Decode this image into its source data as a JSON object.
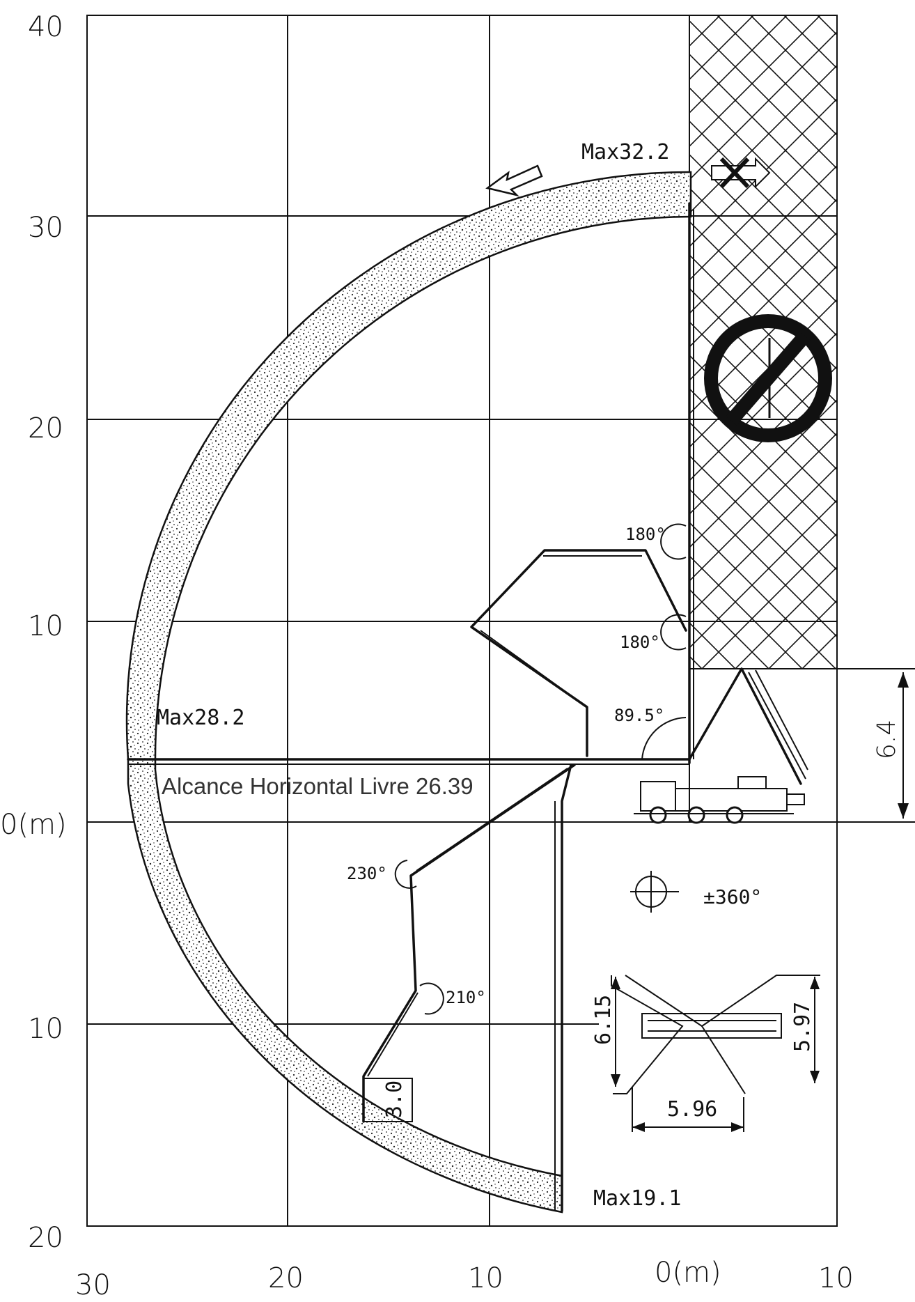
{
  "axes": {
    "y_top_labels": [
      "40",
      "30",
      "20",
      "10"
    ],
    "origin_label": "0(m)",
    "y_bottom_labels": [
      "10",
      "20"
    ],
    "x_labels": [
      "30",
      "20",
      "10",
      "0(m)",
      "10"
    ]
  },
  "annotations": {
    "max_height": "Max32.2",
    "max_horizontal": "Max28.2",
    "max_depth": "Max19.1",
    "horizontal_reach": "Alcance Horizontal Livre 26.39",
    "angle_180_top": "180°",
    "angle_180_mid": "180°",
    "angle_89": "89.5°",
    "angle_230": "230°",
    "angle_210": "210°",
    "rotation": "±360°",
    "height_64": "6.4",
    "dim_30": "3.0",
    "dim_615": "6.15",
    "dim_597": "5.97",
    "dim_596": "5.96"
  },
  "icons": [
    "prohibited-icon",
    "blocked-arrow-icon",
    "direction-arrow-icon",
    "rotation-icon",
    "truck-icon",
    "outrigger-plan-icon"
  ],
  "colors": {
    "ink": "#111111",
    "background": "#ffffff"
  }
}
